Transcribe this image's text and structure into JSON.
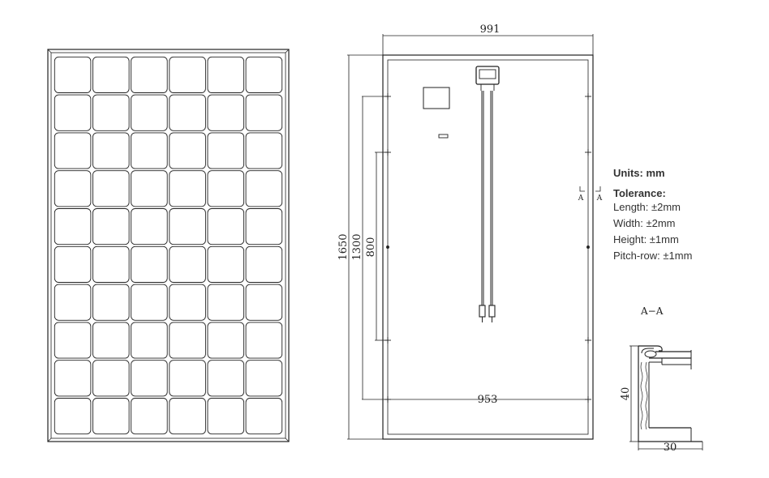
{
  "front_view": {
    "rows": 10,
    "cols": 6
  },
  "back_view": {
    "width_label": "991",
    "inner_width_label": "953",
    "height_label": "1650",
    "mount_label_1": "1300",
    "mount_label_2": "800",
    "section_marker": "A"
  },
  "legend": {
    "units": "Units: mm",
    "tolerance_title": "Tolerance:",
    "lines": [
      "Length: ±2mm",
      "Width: ±2mm",
      "Height: ±1mm",
      "Pitch-row: ±1mm"
    ]
  },
  "section_view": {
    "title": "A−A",
    "height_label": "40",
    "width_label": "30"
  }
}
